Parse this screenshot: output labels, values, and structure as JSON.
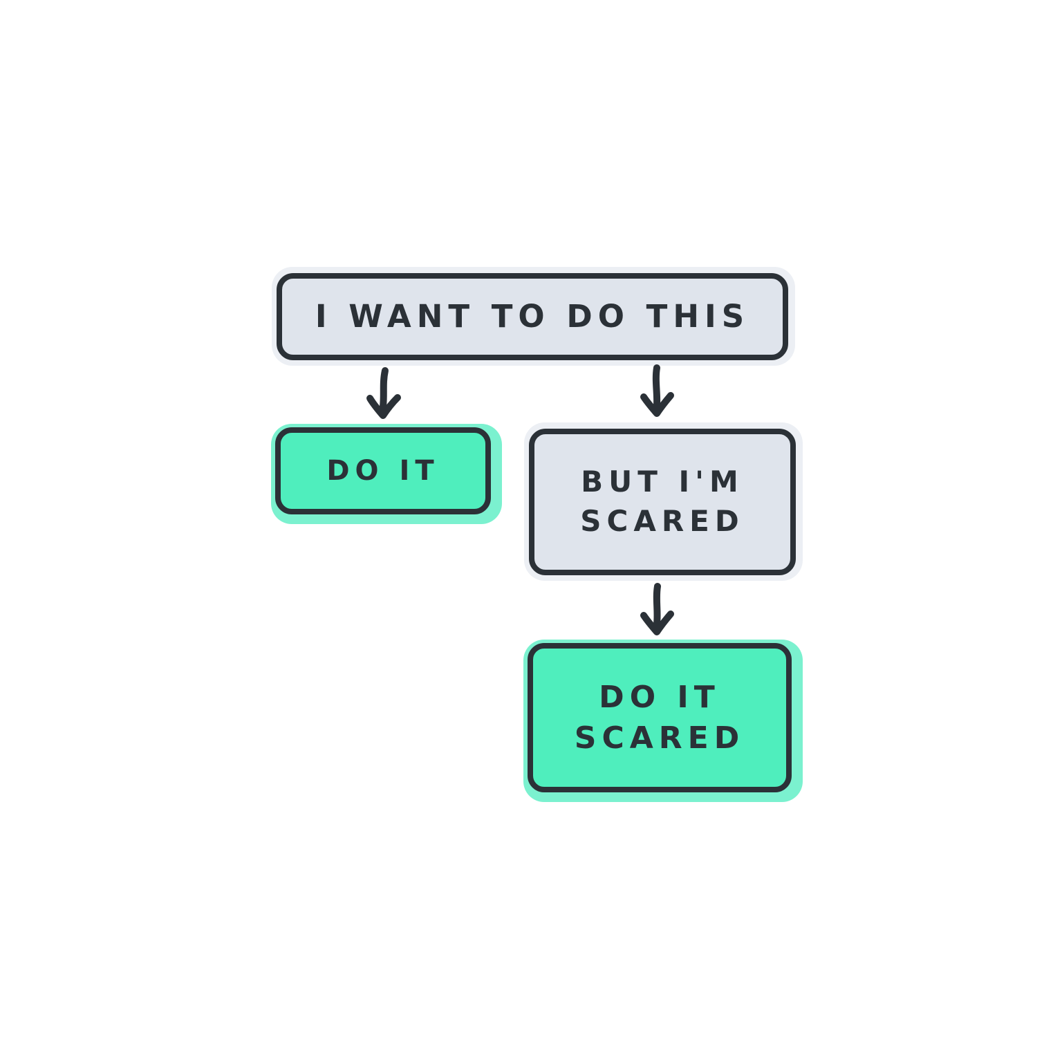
{
  "page": {
    "background": "#ffffff"
  },
  "diagram": {
    "type": "flowchart",
    "stroke_color": "#2b3137",
    "text_color": "#2b3137",
    "colors": {
      "green": "#4feebd",
      "green_shadow": "#7bf1cf",
      "gray": "#dfe4ec",
      "gray_shadow": "#eceff4"
    },
    "nodes": {
      "root": {
        "label": "I WANT TO DO THIS",
        "fill": "gray"
      },
      "do_it": {
        "label": "DO IT",
        "fill": "green"
      },
      "but_im_scared": {
        "label": "BUT I'M SCARED",
        "fill": "gray"
      },
      "do_it_scared": {
        "label": "DO IT SCARED",
        "fill": "green"
      }
    },
    "edges": [
      {
        "from": "root",
        "to": "do_it"
      },
      {
        "from": "root",
        "to": "but_im_scared"
      },
      {
        "from": "but_im_scared",
        "to": "do_it_scared"
      }
    ]
  }
}
